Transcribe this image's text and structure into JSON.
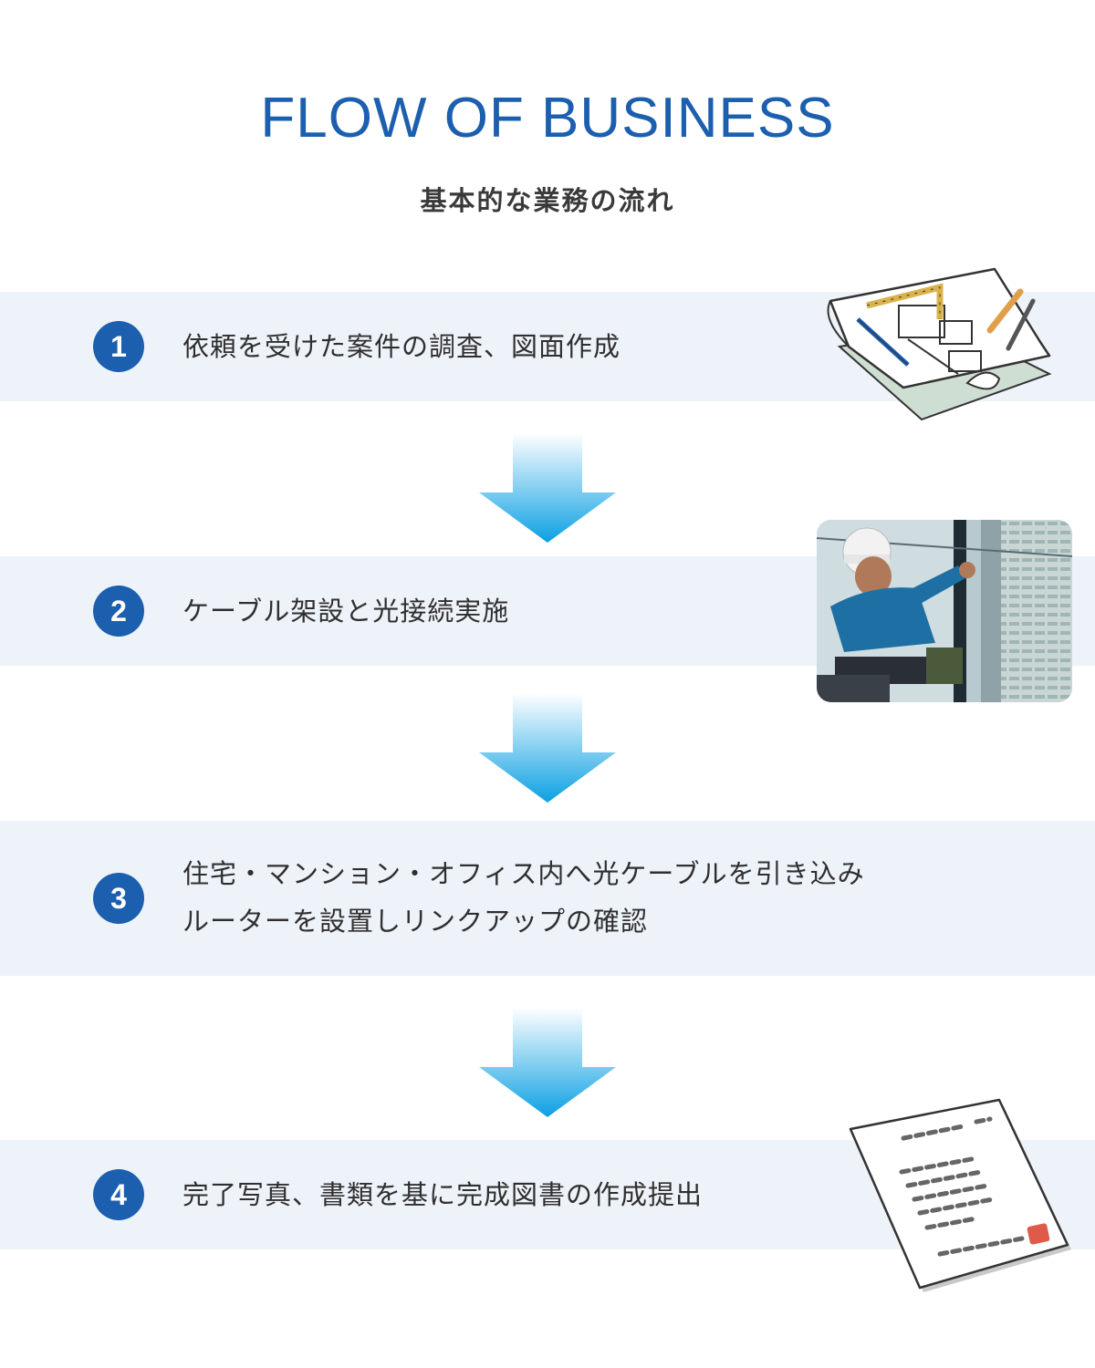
{
  "header": {
    "title": "FLOW OF BUSINESS",
    "subtitle": "基本的な業務の流れ"
  },
  "steps": [
    {
      "number": "1",
      "text": "依頼を受けた案件の調査、図面作成",
      "illustration": "blueprint-icon"
    },
    {
      "number": "2",
      "text": "ケーブル架設と光接続実施",
      "illustration": "worker-photo"
    },
    {
      "number": "3",
      "lines": [
        "住宅・マンション・オフィス内へ光ケーブルを引き込み",
        "ルーターを設置しリンクアップの確認"
      ]
    },
    {
      "number": "4",
      "text": "完了写真、書類を基に完成図書の作成提出",
      "illustration": "document-icon"
    }
  ],
  "colors": {
    "accent": "#1c5fae",
    "band": "#eef3fa",
    "arrow_top": "#ffffff",
    "arrow_bottom": "#0ba0e3"
  }
}
